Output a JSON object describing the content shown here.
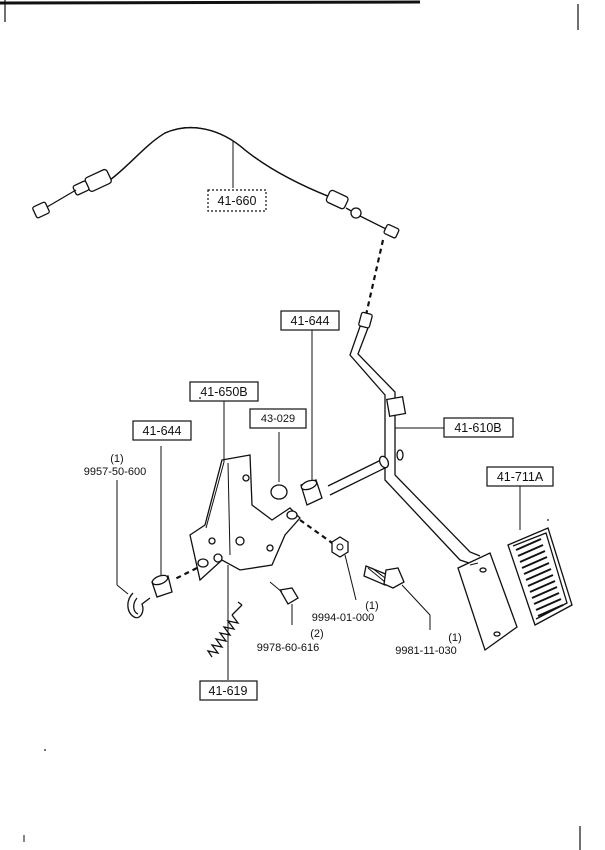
{
  "callouts": {
    "cable": "41-660",
    "cable_highlight_color": "#8fd0ee",
    "clip_top": "41-644",
    "bracket": "41-650B",
    "bolt_43": "43-029",
    "clip_left": "41-644",
    "pedal_arm": "41-610B",
    "pedal_pad": "41-711A",
    "spring": "41-619"
  },
  "parts": {
    "pin": {
      "number": "9957-50-600",
      "qty": "(1)"
    },
    "nut": {
      "number": "9994-01-000",
      "qty": "(1)"
    },
    "screw": {
      "number": "9978-60-616",
      "qty": "(2)"
    },
    "bolt": {
      "number": "9981-11-030",
      "qty": "(1)"
    }
  }
}
